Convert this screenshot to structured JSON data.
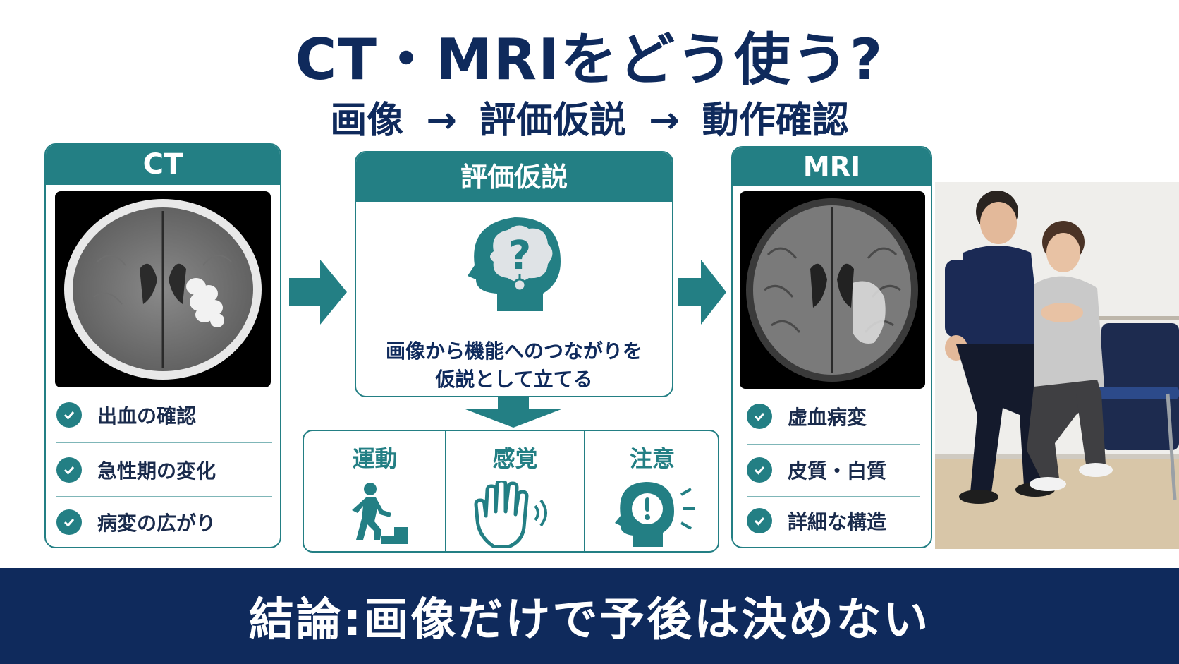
{
  "title": "CT・MRIをどう使う?",
  "subtitle": "画像 → 評価仮説 → 動作確認",
  "ct_panel": {
    "header": "CT",
    "checks": [
      "出血の確認",
      "急性期の変化",
      "病変の広がり"
    ]
  },
  "hypothesis_panel": {
    "header": "評価仮説",
    "caption_line1": "画像から機能へのつながりを",
    "caption_line2": "仮説として立てる"
  },
  "domains": [
    {
      "label": "運動",
      "icon": "walking-stairs-icon"
    },
    {
      "label": "感覚",
      "icon": "hand-sensation-icon"
    },
    {
      "label": "注意",
      "icon": "head-attention-icon"
    }
  ],
  "mri_panel": {
    "header": "MRI",
    "checks": [
      "虚血病変",
      "皮質・白質",
      "詳細な構造"
    ]
  },
  "conclusion": "結論:画像だけで予後は決めない",
  "colors": {
    "navy": "#0f2a5c",
    "teal": "#237f84",
    "white": "#ffffff"
  }
}
